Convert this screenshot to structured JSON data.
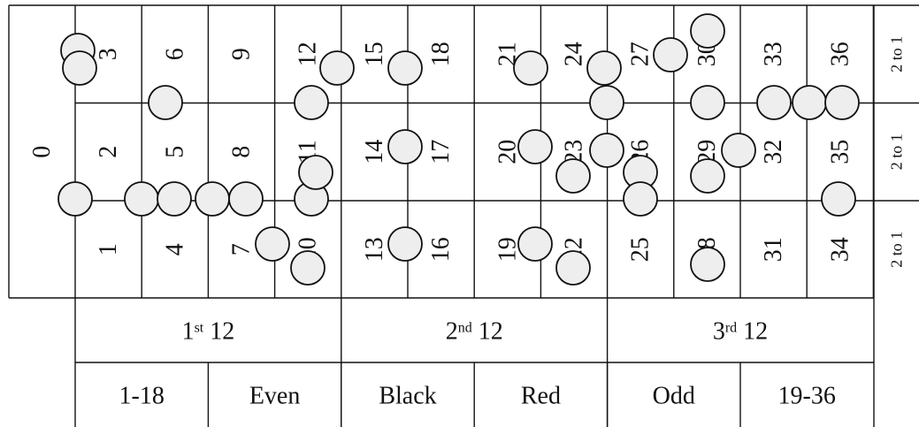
{
  "zero": "0",
  "columns": [
    [
      "3",
      "2",
      "1"
    ],
    [
      "6",
      "5",
      "4"
    ],
    [
      "9",
      "8",
      "7"
    ],
    [
      "12",
      "11",
      "10"
    ],
    [
      "15",
      "14",
      "13"
    ],
    [
      "18",
      "17",
      "16"
    ],
    [
      "21",
      "20",
      "19"
    ],
    [
      "24",
      "23",
      "22"
    ],
    [
      "27",
      "26",
      "25"
    ],
    [
      "30",
      "29",
      "28"
    ],
    [
      "33",
      "32",
      "31"
    ],
    [
      "36",
      "35",
      "34"
    ]
  ],
  "column_bets": [
    "2 to 1",
    "2 to 1",
    "2 to 1"
  ],
  "dozens": [
    {
      "ord": "1",
      "sup": "st",
      "rest": " 12"
    },
    {
      "ord": "2",
      "sup": "nd",
      "rest": " 12"
    },
    {
      "ord": "3",
      "sup": "rd",
      "rest": " 12"
    }
  ],
  "outside_bets": [
    "1-18",
    "Even",
    "Black",
    "Red",
    "Odd",
    "19-36"
  ],
  "colors": {
    "chip_fill": "#eeeeee",
    "line": "#111111",
    "background": "#ffffff"
  }
}
